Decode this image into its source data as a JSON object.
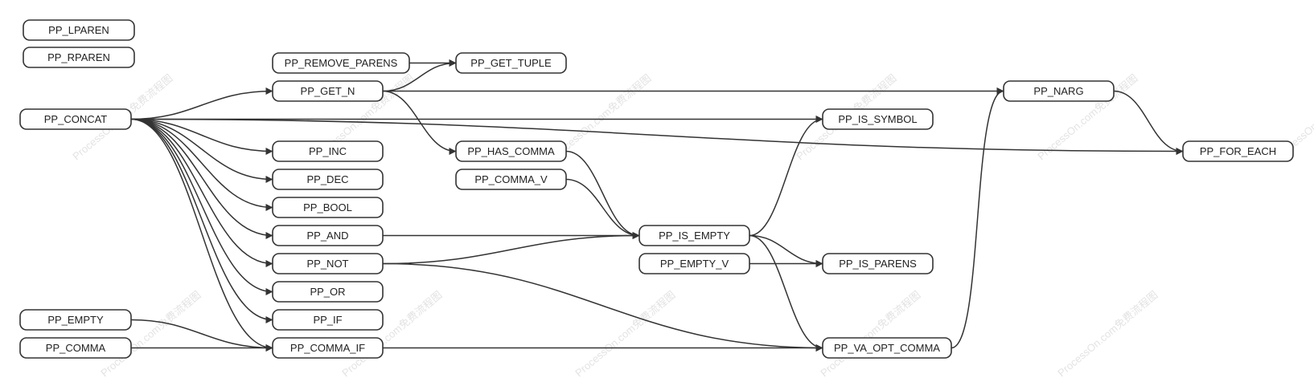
{
  "diagram": {
    "nodes": [
      {
        "id": "PP_LPAREN",
        "label": "PP_LPAREN"
      },
      {
        "id": "PP_RPAREN",
        "label": "PP_RPAREN"
      },
      {
        "id": "PP_REMOVE_PARENS",
        "label": "PP_REMOVE_PARENS"
      },
      {
        "id": "PP_GET_TUPLE",
        "label": "PP_GET_TUPLE"
      },
      {
        "id": "PP_GET_N",
        "label": "PP_GET_N"
      },
      {
        "id": "PP_CONCAT",
        "label": "PP_CONCAT"
      },
      {
        "id": "PP_INC",
        "label": "PP_INC"
      },
      {
        "id": "PP_DEC",
        "label": "PP_DEC"
      },
      {
        "id": "PP_BOOL",
        "label": "PP_BOOL"
      },
      {
        "id": "PP_AND",
        "label": "PP_AND"
      },
      {
        "id": "PP_NOT",
        "label": "PP_NOT"
      },
      {
        "id": "PP_OR",
        "label": "PP_OR"
      },
      {
        "id": "PP_IF",
        "label": "PP_IF"
      },
      {
        "id": "PP_COMMA_IF",
        "label": "PP_COMMA_IF"
      },
      {
        "id": "PP_EMPTY",
        "label": "PP_EMPTY"
      },
      {
        "id": "PP_COMMA",
        "label": "PP_COMMA"
      },
      {
        "id": "PP_HAS_COMMA",
        "label": "PP_HAS_COMMA"
      },
      {
        "id": "PP_COMMA_V",
        "label": "PP_COMMA_V"
      },
      {
        "id": "PP_IS_EMPTY",
        "label": "PP_IS_EMPTY"
      },
      {
        "id": "PP_EMPTY_V",
        "label": "PP_EMPTY_V"
      },
      {
        "id": "PP_IS_SYMBOL",
        "label": "PP_IS_SYMBOL"
      },
      {
        "id": "PP_IS_PARENS",
        "label": "PP_IS_PARENS"
      },
      {
        "id": "PP_VA_OPT_COMMA",
        "label": "PP_VA_OPT_COMMA"
      },
      {
        "id": "PP_NARG",
        "label": "PP_NARG"
      },
      {
        "id": "PP_FOR_EACH",
        "label": "PP_FOR_EACH"
      }
    ],
    "edges": [
      {
        "from": "PP_REMOVE_PARENS",
        "to": "PP_GET_TUPLE"
      },
      {
        "from": "PP_GET_N",
        "to": "PP_GET_TUPLE"
      },
      {
        "from": "PP_GET_N",
        "to": "PP_NARG"
      },
      {
        "from": "PP_GET_N",
        "to": "PP_HAS_COMMA"
      },
      {
        "from": "PP_CONCAT",
        "to": "PP_GET_N"
      },
      {
        "from": "PP_CONCAT",
        "to": "PP_IS_SYMBOL"
      },
      {
        "from": "PP_CONCAT",
        "to": "PP_FOR_EACH"
      },
      {
        "from": "PP_CONCAT",
        "to": "PP_INC"
      },
      {
        "from": "PP_CONCAT",
        "to": "PP_DEC"
      },
      {
        "from": "PP_CONCAT",
        "to": "PP_BOOL"
      },
      {
        "from": "PP_CONCAT",
        "to": "PP_AND"
      },
      {
        "from": "PP_CONCAT",
        "to": "PP_NOT"
      },
      {
        "from": "PP_CONCAT",
        "to": "PP_OR"
      },
      {
        "from": "PP_CONCAT",
        "to": "PP_IF"
      },
      {
        "from": "PP_CONCAT",
        "to": "PP_COMMA_IF"
      },
      {
        "from": "PP_EMPTY",
        "to": "PP_COMMA_IF"
      },
      {
        "from": "PP_COMMA",
        "to": "PP_COMMA_IF"
      },
      {
        "from": "PP_HAS_COMMA",
        "to": "PP_IS_EMPTY"
      },
      {
        "from": "PP_COMMA_V",
        "to": "PP_IS_EMPTY"
      },
      {
        "from": "PP_AND",
        "to": "PP_IS_EMPTY"
      },
      {
        "from": "PP_NOT",
        "to": "PP_IS_EMPTY"
      },
      {
        "from": "PP_NOT",
        "to": "PP_VA_OPT_COMMA"
      },
      {
        "from": "PP_COMMA_IF",
        "to": "PP_VA_OPT_COMMA"
      },
      {
        "from": "PP_IS_EMPTY",
        "to": "PP_IS_SYMBOL"
      },
      {
        "from": "PP_IS_EMPTY",
        "to": "PP_IS_PARENS"
      },
      {
        "from": "PP_IS_EMPTY",
        "to": "PP_VA_OPT_COMMA"
      },
      {
        "from": "PP_EMPTY_V",
        "to": "PP_IS_PARENS"
      },
      {
        "from": "PP_VA_OPT_COMMA",
        "to": "PP_NARG"
      },
      {
        "from": "PP_NARG",
        "to": "PP_FOR_EACH"
      }
    ],
    "watermark": "ProcessOn.com免费流程图"
  },
  "colors": {
    "stroke": "#333333",
    "text": "#222222",
    "background": "#ffffff",
    "watermark": "#e3e3e3"
  }
}
